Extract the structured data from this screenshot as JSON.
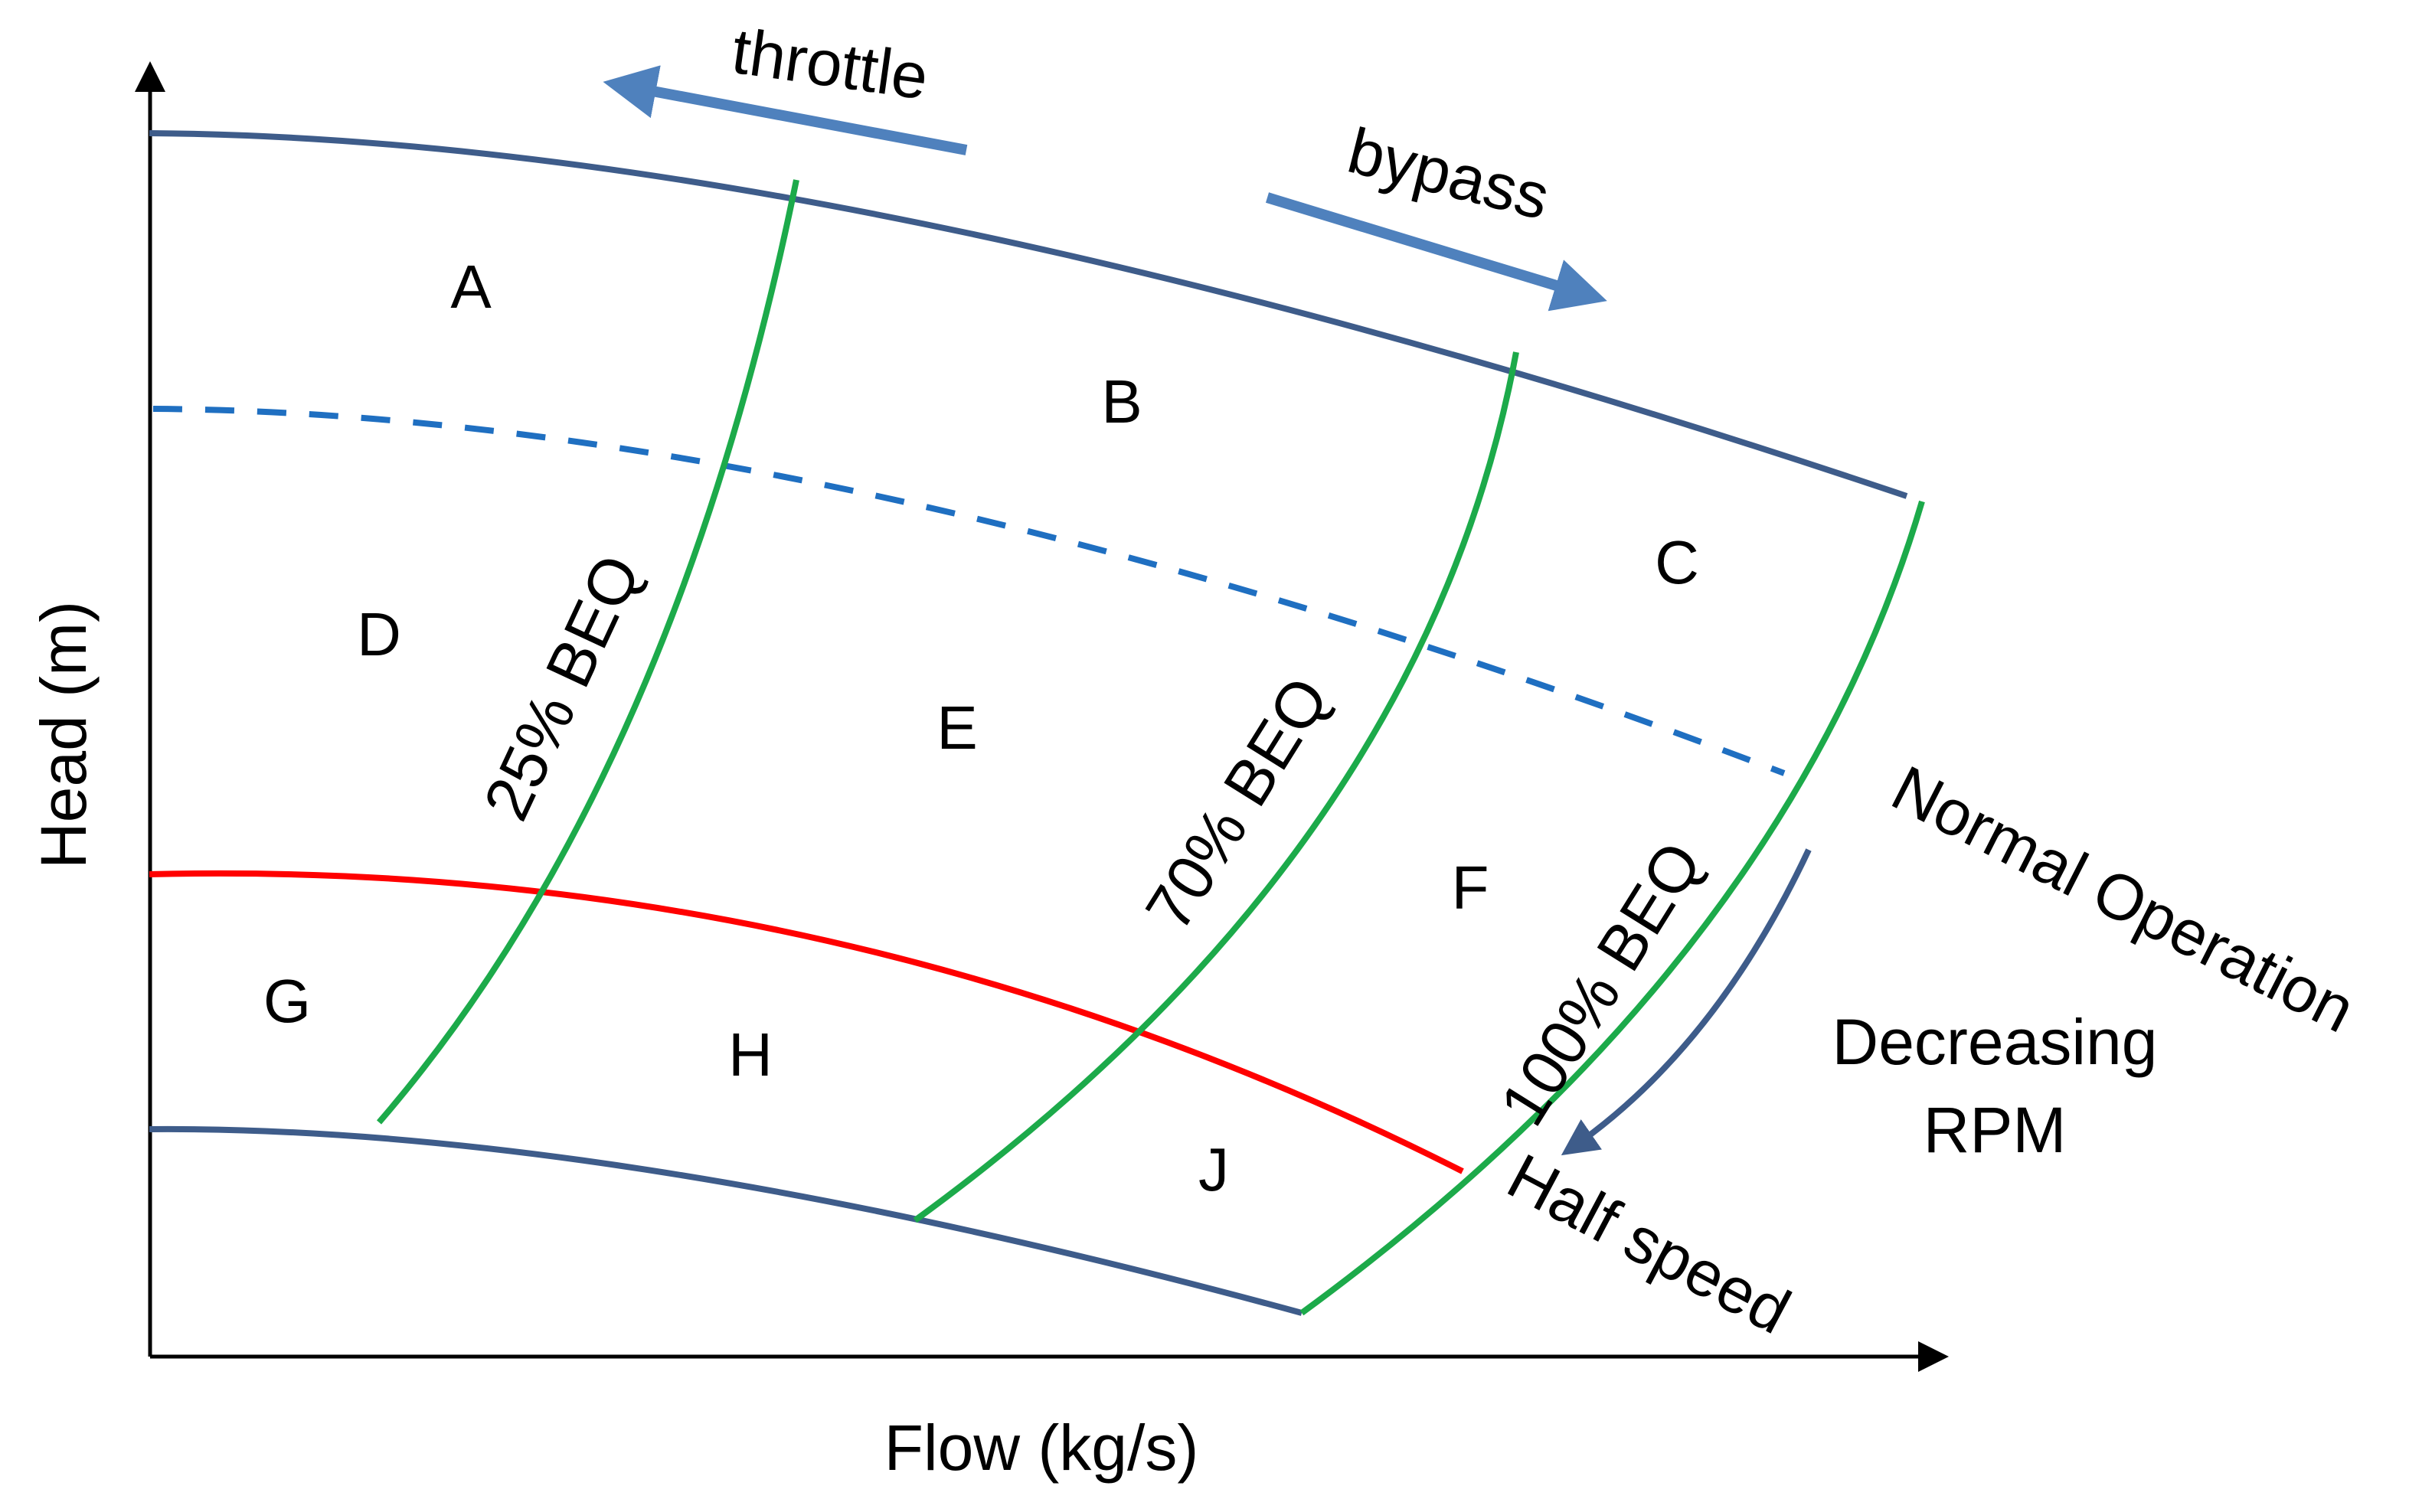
{
  "axes": {
    "x_label": "Flow (kg/s)",
    "y_label": "Head (m)"
  },
  "regions": [
    "A",
    "B",
    "C",
    "D",
    "E",
    "F",
    "G",
    "H",
    "J"
  ],
  "efficiency_lines": [
    {
      "label": "25% BEQ"
    },
    {
      "label": "70% BEQ"
    },
    {
      "label": "100% BEQ"
    }
  ],
  "annotations": {
    "throttle": "throttle",
    "bypass": "bypass",
    "normal_operation": "Normal Operation",
    "decreasing_line1": "Decreasing",
    "decreasing_line2": "RPM",
    "half_speed": "Half speed"
  },
  "colors": {
    "speed_curve": "#3E5C8A",
    "dashed_curve": "#1F6FC1",
    "red_curve": "#FF0000",
    "beq_lines": "#1CAA4A",
    "arrow": "#4F81BD",
    "axis": "#000000"
  }
}
